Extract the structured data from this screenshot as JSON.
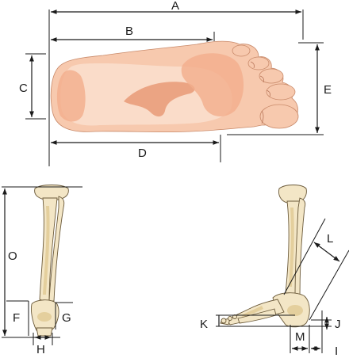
{
  "labels": {
    "A": "A",
    "B": "B",
    "C": "C",
    "D": "D",
    "E": "E",
    "F": "F",
    "G": "G",
    "H": "H",
    "I": "I",
    "J": "J",
    "K": "K",
    "L": "L",
    "M": "M"
  },
  "colors": {
    "skin": "#f7c9ae",
    "skin_light": "#fbe2d2",
    "skin_mid": "#f2ae8c",
    "skin_dark": "#e89a77",
    "bone": "#f3e6c6",
    "bone_shade": "#e4cf9d",
    "line": "#1a1a1a"
  },
  "panels": [
    "foot-sole-top-view",
    "leg-bones-front-view",
    "leg-bones-side-view"
  ]
}
